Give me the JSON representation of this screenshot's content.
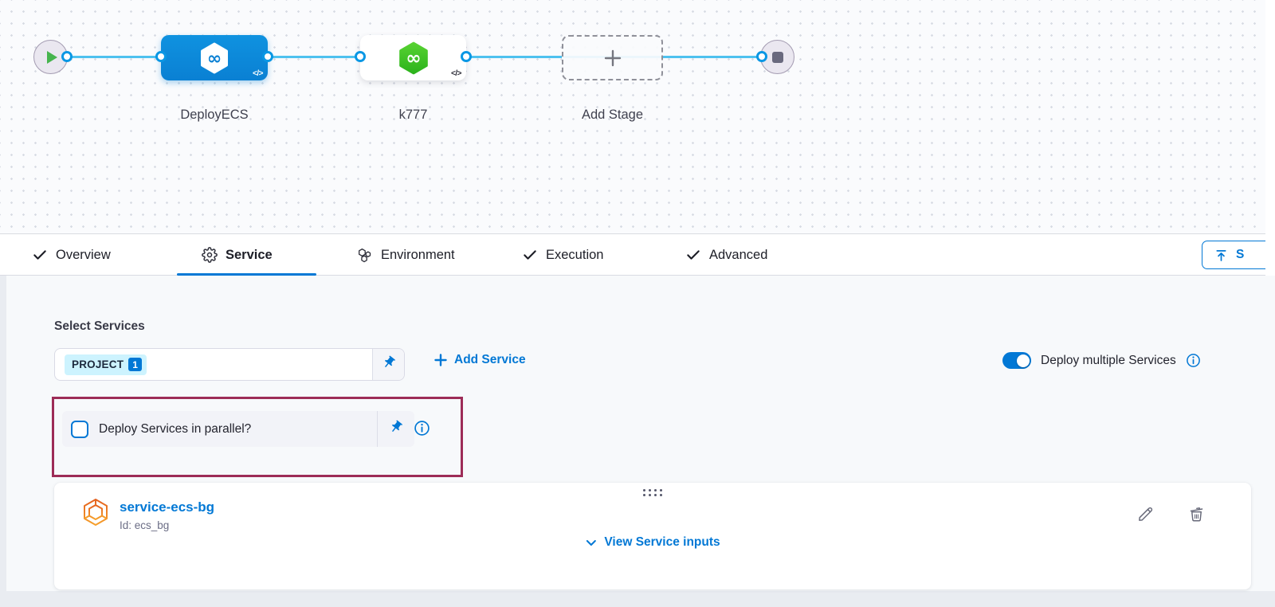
{
  "pipeline": {
    "stages": [
      {
        "name": "DeployECS",
        "kind": "deploy-blue",
        "code_badge": "</>"
      },
      {
        "name": "k777",
        "kind": "deploy-green",
        "code_badge": "</>"
      },
      {
        "name": "Add Stage",
        "kind": "add-stage-placeholder"
      }
    ],
    "start_node": "pipeline-start",
    "end_node": "pipeline-end"
  },
  "tabs": {
    "items": [
      {
        "label": "Overview",
        "icon": "check-icon",
        "active": false
      },
      {
        "label": "Service",
        "icon": "gear-icon",
        "active": true
      },
      {
        "label": "Environment",
        "icon": "hexagons-icon",
        "active": false
      },
      {
        "label": "Execution",
        "icon": "check-icon",
        "active": false
      },
      {
        "label": "Advanced",
        "icon": "check-icon",
        "active": false
      }
    ],
    "save_button_partial": "S"
  },
  "service_section": {
    "select_label": "Select Services",
    "chip_label": "PROJECT",
    "chip_count": "1",
    "add_service_label": "Add Service",
    "toggle_label": "Deploy multiple Services",
    "toggle_on": true,
    "parallel_label": "Deploy Services in parallel?",
    "parallel_checked": false
  },
  "service_card": {
    "name": "service-ecs-bg",
    "id_text": "Id: ecs_bg",
    "view_inputs_label": "View Service inputs"
  },
  "colors": {
    "accent_blue": "#0278d5",
    "edge_blue": "#4ec1ef",
    "stage_blue": "#0a86da",
    "stage_green": "#3fc228",
    "highlight_maroon": "#9d2c57",
    "chip_bg": "#cdf3fe",
    "service_icon_orange": "#e97a26"
  }
}
